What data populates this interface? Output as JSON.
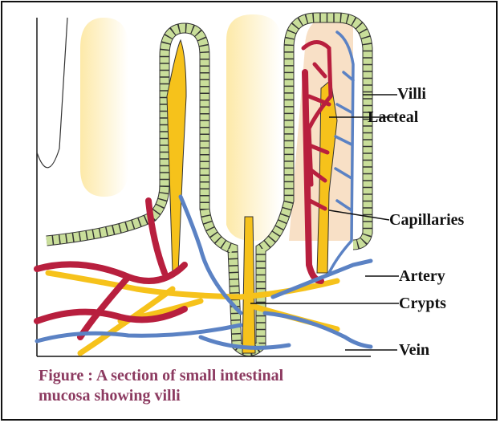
{
  "labels": {
    "villi": "Villi",
    "lacteal": "Lacteal",
    "capillaries": "Capillaries",
    "artery": "Artery",
    "crypts": "Crypts",
    "vein": "Vein"
  },
  "caption": {
    "line1": "Figure : A section of small intestinal",
    "line2": "mucosa showing villi"
  },
  "colors": {
    "artery": "#b81f3e",
    "vein": "#5b82c4",
    "lacteal": "#f6c21b",
    "epithelium": "#c9de9a",
    "villus_core": "#fde9a8",
    "caption": "#8c3a60"
  }
}
